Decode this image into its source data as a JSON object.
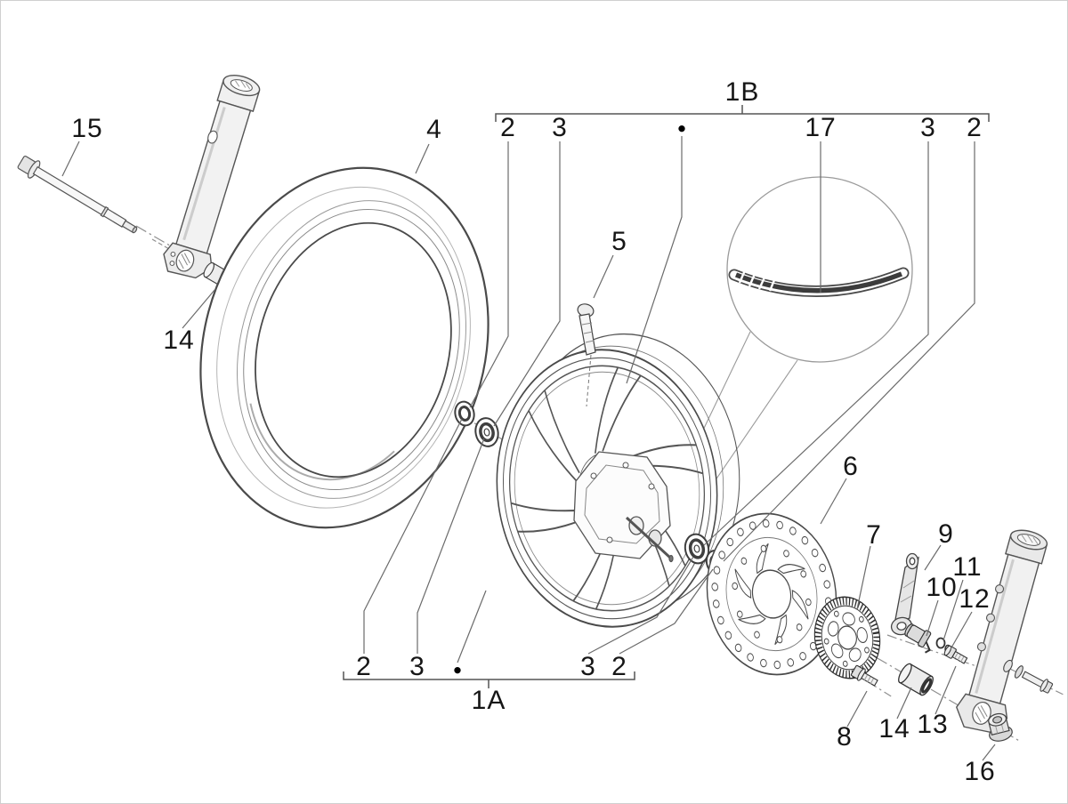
{
  "diagram": {
    "title": "Front wheel exploded parts diagram",
    "background": "#ffffff",
    "line_color": "#4a4a4a",
    "label_color": "#161616",
    "part_fill": "#efefef",
    "decal_color": "#3c3c3c"
  },
  "assembly_groups": {
    "top": {
      "label": "1B",
      "members": [
        "2",
        "3",
        "●",
        "17",
        "3",
        "2"
      ]
    },
    "bottom": {
      "label": "1A",
      "members": [
        "2",
        "3",
        "●",
        "3",
        "2"
      ]
    }
  },
  "markers": [
    {
      "symbol": "●"
    },
    {
      "symbol": "●"
    }
  ],
  "callouts": [
    {
      "part": "axle",
      "text": "15"
    },
    {
      "part": "tire",
      "text": "4"
    },
    {
      "part": "group-top",
      "text": "1B"
    },
    {
      "part": "seal-left",
      "text": "2"
    },
    {
      "part": "bearing-left",
      "text": "3"
    },
    {
      "part": "rim-decal",
      "text": "17"
    },
    {
      "part": "bearing-right",
      "text": "3"
    },
    {
      "part": "seal-right",
      "text": "2"
    },
    {
      "part": "valve",
      "text": "5"
    },
    {
      "part": "spacer-left",
      "text": "14"
    },
    {
      "part": "brake-disc",
      "text": "6"
    },
    {
      "part": "tone-ring",
      "text": "7"
    },
    {
      "part": "sensor-bracket",
      "text": "9"
    },
    {
      "part": "speed-sensor",
      "text": "10"
    },
    {
      "part": "ring",
      "text": "11"
    },
    {
      "part": "washer",
      "text": "12"
    },
    {
      "part": "seal-left-b",
      "text": "2"
    },
    {
      "part": "bearing-left-b",
      "text": "3"
    },
    {
      "part": "bearing-right-b",
      "text": "3"
    },
    {
      "part": "seal-right-b",
      "text": "2"
    },
    {
      "part": "group-bottom",
      "text": "1A"
    },
    {
      "part": "disc-bolt",
      "text": "8"
    },
    {
      "part": "spacer-right",
      "text": "14"
    },
    {
      "part": "sensor-screw",
      "text": "13"
    },
    {
      "part": "axle-nut",
      "text": "16"
    }
  ]
}
